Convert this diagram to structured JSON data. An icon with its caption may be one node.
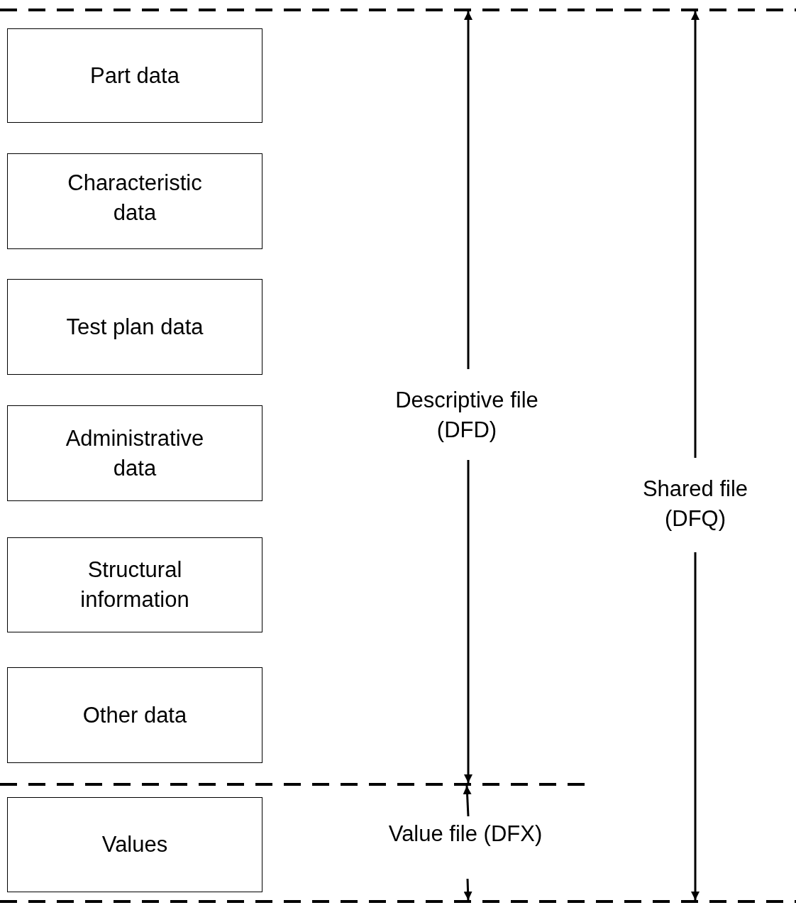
{
  "diagram": {
    "nodes": [
      {
        "text": [
          "Part data"
        ]
      },
      {
        "text": [
          "Characteristic data"
        ]
      },
      {
        "text": [
          "Test plan data"
        ]
      },
      {
        "text": [
          "Administrative data"
        ]
      },
      {
        "text": [
          "Structural information"
        ]
      },
      {
        "text": [
          "Other data"
        ]
      },
      {
        "text": [
          "Values"
        ]
      }
    ],
    "edges": [],
    "labels": [
      "Descriptive file (DFD)",
      "Shared file (DFQ)",
      "Value file (DFX)"
    ]
  }
}
